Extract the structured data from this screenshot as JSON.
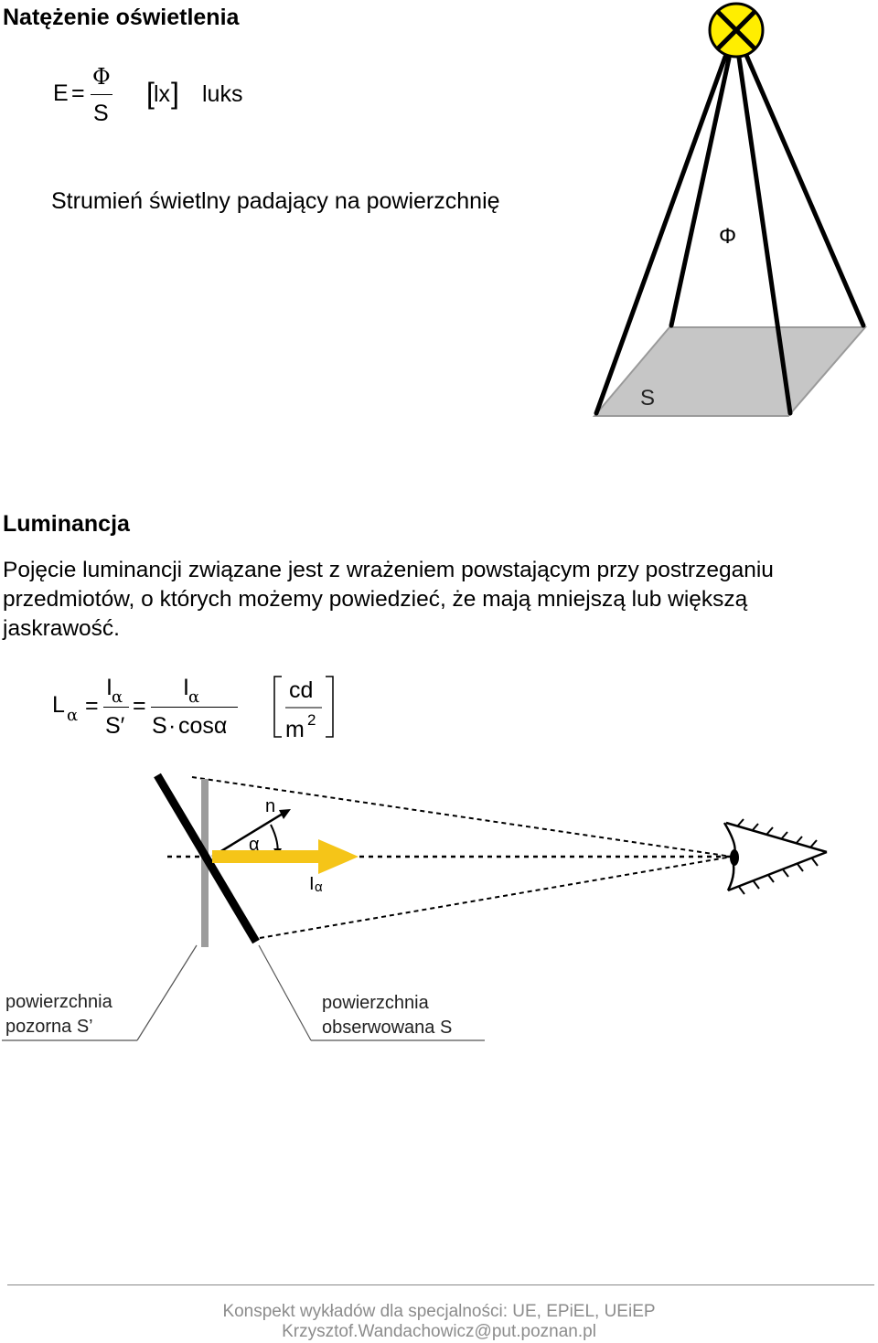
{
  "section1": {
    "heading": "Natężenie oświetlenia",
    "formula": {
      "lhs": "E",
      "eq": "=",
      "numerator": "Φ",
      "denominator": "S",
      "unit": "lx",
      "unit_name": "luks"
    },
    "caption": "Strumień świetlny padający na powierzchnię",
    "diagram": {
      "flux_label": "Φ",
      "surface_label": "S"
    }
  },
  "section2": {
    "heading": "Luminancja",
    "paragraph_lines": [
      "Pojęcie luminancji związane jest z wrażeniem powstającym przy postrzeganiu",
      "przedmiotów, o których możemy powiedzieć, że mają mniejszą lub większą",
      "jaskrawość."
    ],
    "formula": {
      "lhs": "L",
      "lhs_sub": "α",
      "eq": "=",
      "frac1_num": "I",
      "frac1_num_sub": "α",
      "frac1_den": "S′",
      "frac2_num": "I",
      "frac2_num_sub": "α",
      "frac2_den_a": "S",
      "frac2_den_dot": "·",
      "frac2_den_b": "cosα",
      "unit_num": "cd",
      "unit_den": "m",
      "unit_den_sup": "2"
    },
    "diagram": {
      "normal_label": "n",
      "angle_label": "α",
      "intensity_label": "I",
      "intensity_sub": "α",
      "apparent_label_1": "powierzchnia",
      "apparent_label_2": "pozorna S’",
      "observed_label_1": "powierzchnia",
      "observed_label_2": "obserwowana S",
      "arrow_color": "#f5c518",
      "lamp_color": "#ffee00"
    }
  },
  "footer": {
    "line1": "Konspekt wykładów dla specjalności: UE, EPiEL, UEiEP",
    "line2": "Krzysztof.Wandachowicz@put.poznan.pl"
  }
}
